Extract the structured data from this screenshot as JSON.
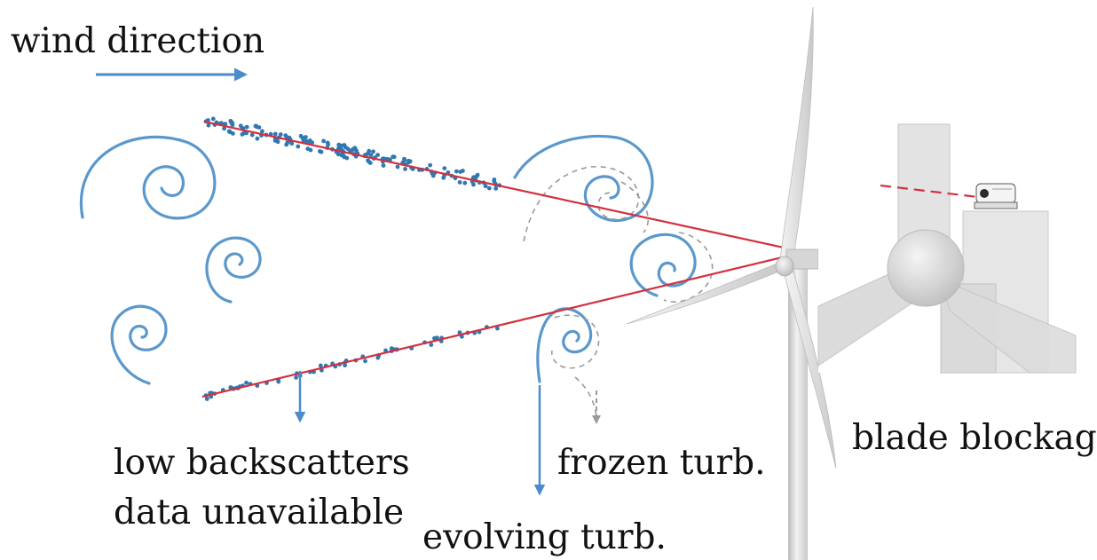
{
  "labels": {
    "wind_direction": "wind direction",
    "low_backscatters_1": "low backscatters",
    "low_backscatters_2": "data unavailable",
    "frozen_turb": "frozen turb.",
    "evolving_turb": "evolving turb.",
    "blade_blockage": "blade blockage"
  },
  "colors": {
    "vortex": "#5a98cc",
    "scatter": "#2f78b2",
    "beam": "#d3303e",
    "dashed": "#9a9a9a",
    "arrow": "#4a8ccc",
    "turbine": "#dcdcdc"
  },
  "icons": {
    "wind_arrow": "arrow-right-icon",
    "lidar": "lidar-device-icon"
  }
}
